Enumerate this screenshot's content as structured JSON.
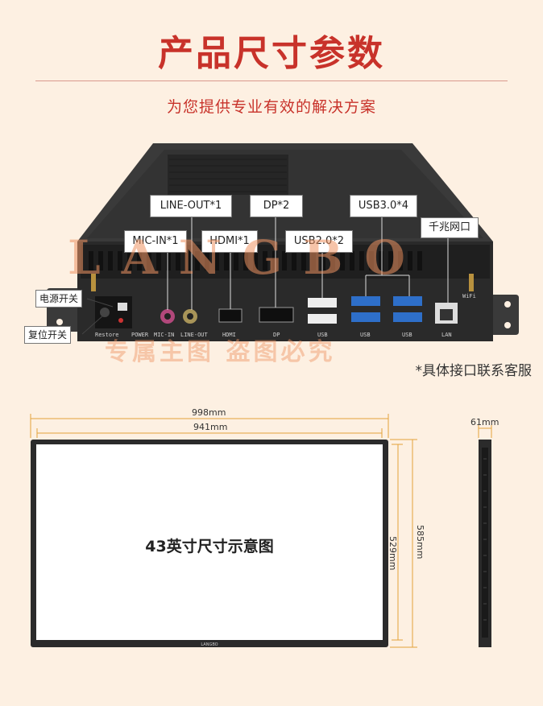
{
  "header": {
    "title": "产品尺寸参数",
    "subtitle": "为您提供专业有效的解决方案"
  },
  "device": {
    "callouts": {
      "line_out": "LINE-OUT*1",
      "dp": "DP*2",
      "usb3": "USB3.0*4",
      "gigabit_lan": "千兆网口",
      "mic_in": "MIC-IN*1",
      "hdmi": "HDMI*1",
      "usb2": "USB2.0*2"
    },
    "side_labels": {
      "power_switch": "电源开关",
      "reset_switch": "复位开关"
    },
    "port_labels": {
      "restore": "Restore",
      "power": "POWER",
      "mic_in": "MIC-IN",
      "line_out": "LINE-OUT",
      "hdmi": "HDMI",
      "dp": "DP",
      "usb_1": "USB",
      "usb_2": "USB",
      "usb_3": "USB",
      "lan": "LAN",
      "wifi": "WiFi"
    },
    "watermark_logo": "LANGBO",
    "watermark_text": "专属主图 盗图必究",
    "note": "*具体接口联系客服"
  },
  "dimensions": {
    "outer_width": "998mm",
    "inner_width": "941mm",
    "depth": "61mm",
    "outer_height": "585mm",
    "inner_height": "529mm",
    "screen_label": "43英寸尺寸示意图",
    "brand_mark": "LANGBO"
  },
  "colors": {
    "background": "#fdf0e2",
    "accent": "#c8322a",
    "device_body": "#2e2e2e"
  }
}
